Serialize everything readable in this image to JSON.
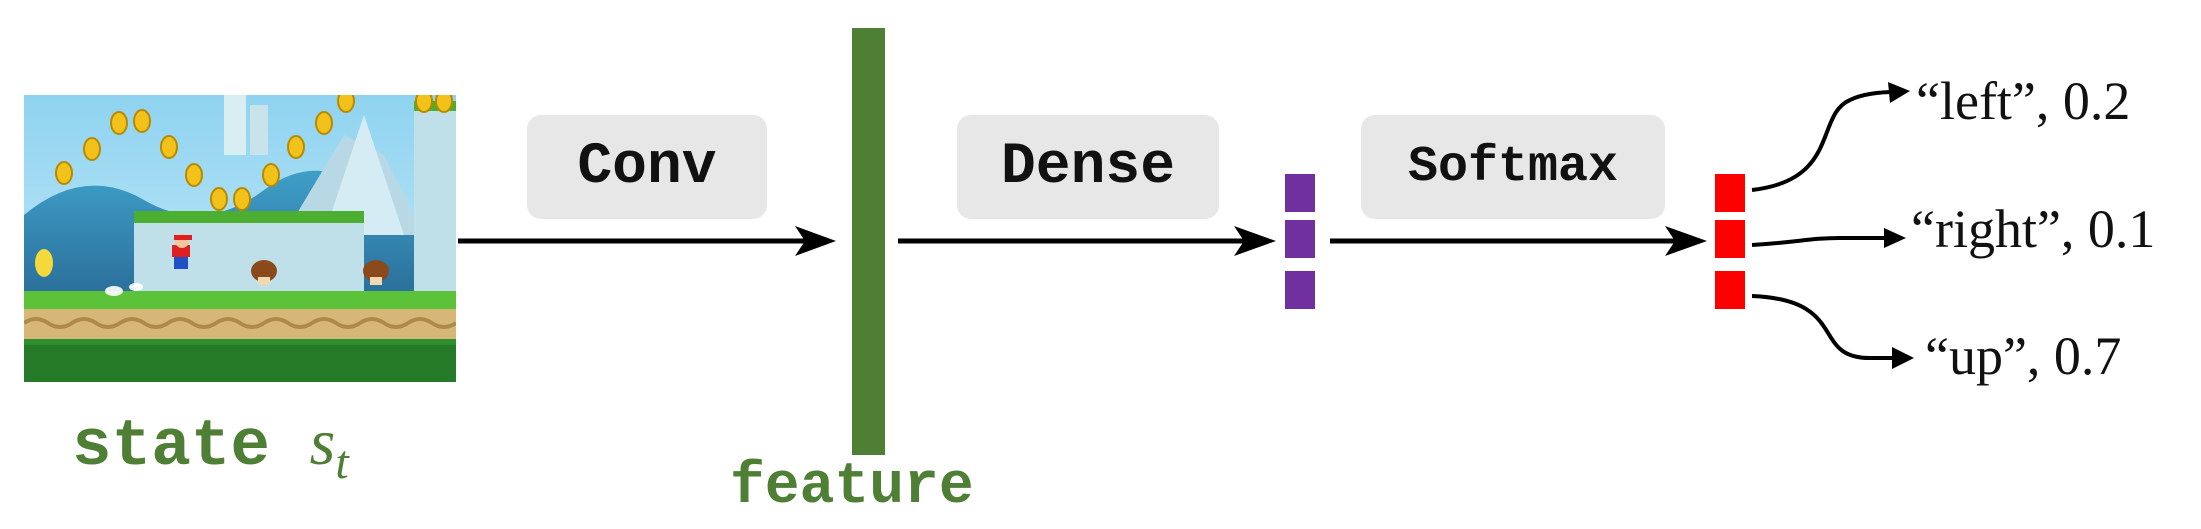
{
  "state": {
    "word": "state",
    "symbol": "s",
    "subscript": "t"
  },
  "operations": {
    "conv": "Conv",
    "dense": "Dense",
    "softmax": "Softmax"
  },
  "feature_label": "feature",
  "outputs": [
    {
      "text": "“left”, 0.2"
    },
    {
      "text": "“right”, 0.1"
    },
    {
      "text": "“up”, 0.7"
    }
  ],
  "colors": {
    "feature": "#4e7f35",
    "dense_output": "#7030a0",
    "softmax_output": "#ff0000",
    "arrow": "#000000"
  },
  "icons": {
    "game_screenshot": "mario-game-state-image"
  }
}
